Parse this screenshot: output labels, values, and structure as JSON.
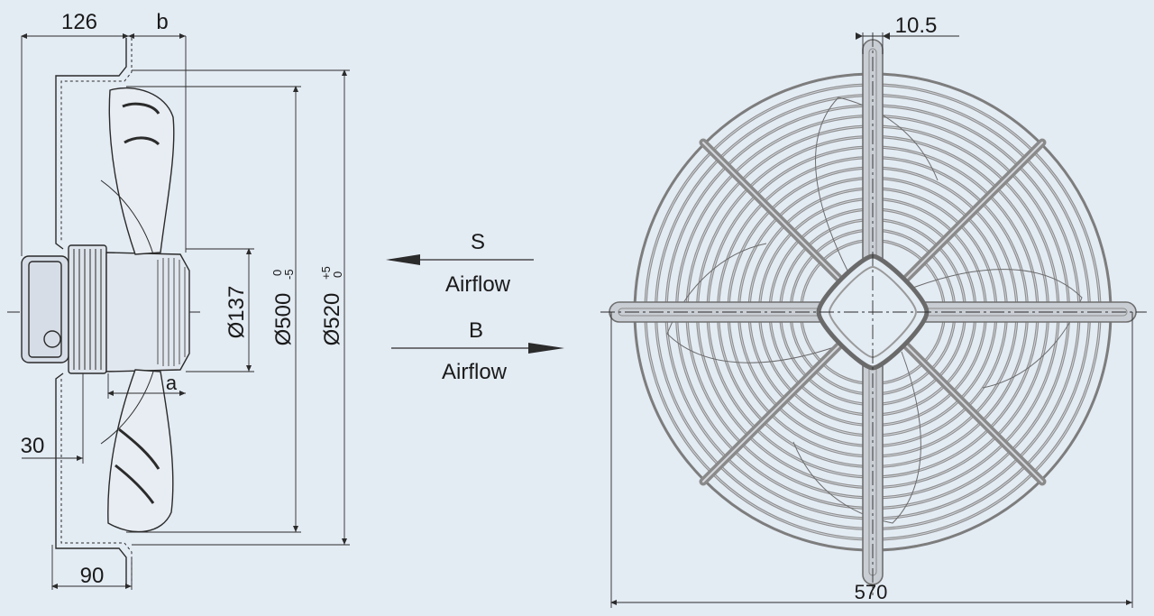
{
  "side_view": {
    "dim_126": "126",
    "dim_b": "b",
    "dim_a": "a",
    "dim_30": "30",
    "dim_90": "90",
    "dia_137": "Ø137",
    "dia_500": "Ø500",
    "dia_500_tol_upper": "0",
    "dia_500_tol_lower": "-5",
    "dia_520": "Ø520",
    "dia_520_tol_upper": "+5",
    "dia_520_tol_lower": "0"
  },
  "airflow": {
    "s_letter": "S",
    "s_label": "Airflow",
    "b_letter": "B",
    "b_label": "Airflow"
  },
  "front_view": {
    "dim_10_5": "10.5",
    "dim_570": "570"
  },
  "colors": {
    "background": "#e3ebf3",
    "line": "#2b2b2b",
    "grille": "#8f8f8f",
    "grille_light": "#b8b8b8"
  }
}
